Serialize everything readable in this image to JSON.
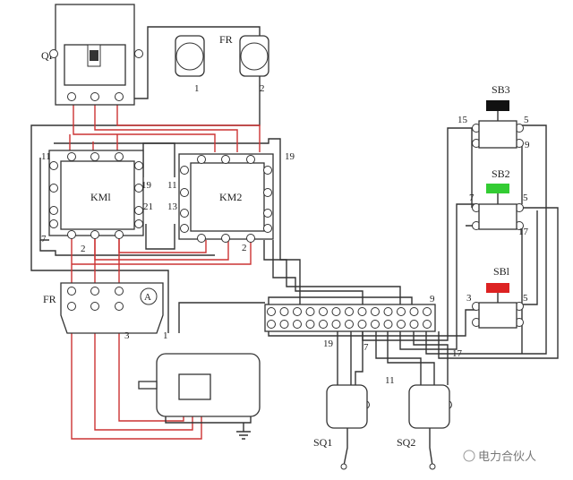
{
  "labels": {
    "qf": "QF",
    "fr_top": "FR",
    "fr_top_1": "1",
    "fr_top_2": "2",
    "km1": "KMl",
    "km2": "KM2",
    "km1_11": "11",
    "km1_7": "7",
    "km1_19": "19",
    "km1_21": "21",
    "km1_2": "2",
    "km2_11": "11",
    "km2_13": "13",
    "km2_2": "2",
    "wire_19_top": "19",
    "fr_block": "FR",
    "ammeter": "A",
    "fr_3": "3",
    "fr_1": "1",
    "strip_9": "9",
    "strip_19": "19",
    "strip_7": "7",
    "strip_11": "11",
    "strip_17": "17",
    "sb3": "SB3",
    "sb3_15": "15",
    "sb3_5": "5",
    "sb3_9": "9",
    "sb2": "SB2",
    "sb2_7": "7",
    "sb2_5": "5",
    "sb2_17": "17",
    "sb1": "SBl",
    "sb1_3": "3",
    "sb1_5": "5",
    "sq1": "SQ1",
    "sq2": "SQ2"
  },
  "watermark": "电力合伙人",
  "colors": {
    "power_wire": "#cc3333",
    "control_wire": "#333333",
    "sb3_button": "#111111",
    "sb2_button": "#33cc33",
    "sb1_button": "#dd2222"
  }
}
